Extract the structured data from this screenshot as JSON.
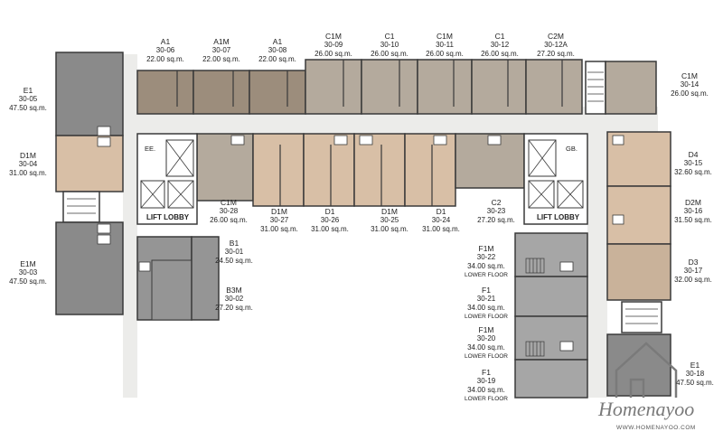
{
  "units": [
    {
      "id": "u0506",
      "type": "A1",
      "number": "30-06",
      "area": "22.00 sq.m.",
      "floor": ""
    },
    {
      "id": "u0507",
      "type": "A1M",
      "number": "30-07",
      "area": "22.00 sq.m.",
      "floor": ""
    },
    {
      "id": "u0508",
      "type": "A1",
      "number": "30-08",
      "area": "22.00 sq.m.",
      "floor": ""
    },
    {
      "id": "u0509",
      "type": "C1M",
      "number": "30-09",
      "area": "26.00 sq.m.",
      "floor": ""
    },
    {
      "id": "u0510",
      "type": "C1",
      "number": "30-10",
      "area": "26.00 sq.m.",
      "floor": ""
    },
    {
      "id": "u0511",
      "type": "C1M",
      "number": "30-11",
      "area": "26.00 sq.m.",
      "floor": ""
    },
    {
      "id": "u0512",
      "type": "C1",
      "number": "30-12",
      "area": "26.00 sq.m.",
      "floor": ""
    },
    {
      "id": "u0512a",
      "type": "C2M",
      "number": "30-12A",
      "area": "27.20 sq.m.",
      "floor": ""
    },
    {
      "id": "u0514",
      "type": "C1M",
      "number": "30-14",
      "area": "26.00 sq.m.",
      "floor": ""
    },
    {
      "id": "u0505",
      "type": "E1",
      "number": "30-05",
      "area": "47.50 sq.m.",
      "floor": ""
    },
    {
      "id": "u0504",
      "type": "D1M",
      "number": "30-04",
      "area": "31.00 sq.m.",
      "floor": ""
    },
    {
      "id": "u0503",
      "type": "E1M",
      "number": "30-03",
      "area": "47.50 sq.m.",
      "floor": ""
    },
    {
      "id": "u0528",
      "type": "C1M",
      "number": "30-28",
      "area": "26.00 sq.m.",
      "floor": ""
    },
    {
      "id": "u0527",
      "type": "D1M",
      "number": "30-27",
      "area": "31.00 sq.m.",
      "floor": ""
    },
    {
      "id": "u0526",
      "type": "D1",
      "number": "30-26",
      "area": "31.00 sq.m.",
      "floor": ""
    },
    {
      "id": "u0525",
      "type": "D1M",
      "number": "30-25",
      "area": "31.00 sq.m.",
      "floor": ""
    },
    {
      "id": "u0524",
      "type": "D1",
      "number": "30-24",
      "area": "31.00 sq.m.",
      "floor": ""
    },
    {
      "id": "u0523",
      "type": "C2",
      "number": "30-23",
      "area": "27.20 sq.m.",
      "floor": ""
    },
    {
      "id": "u0501",
      "type": "B1",
      "number": "30-01",
      "area": "24.50 sq.m.",
      "floor": ""
    },
    {
      "id": "u0502",
      "type": "B3M",
      "number": "30-02",
      "area": "27.20 sq.m.",
      "floor": ""
    },
    {
      "id": "u0515",
      "type": "D4",
      "number": "30-15",
      "area": "32.60 sq.m.",
      "floor": ""
    },
    {
      "id": "u0516",
      "type": "D2M",
      "number": "30-16",
      "area": "31.50 sq.m.",
      "floor": ""
    },
    {
      "id": "u0517",
      "type": "D3",
      "number": "30-17",
      "area": "32.00 sq.m.",
      "floor": ""
    },
    {
      "id": "u0522",
      "type": "F1M",
      "number": "30-22",
      "area": "34.00 sq.m.",
      "floor": "LOWER FLOOR"
    },
    {
      "id": "u0521",
      "type": "F1",
      "number": "30-21",
      "area": "34.00 sq.m.",
      "floor": "LOWER FLOOR"
    },
    {
      "id": "u0520",
      "type": "F1M",
      "number": "30-20",
      "area": "34.00 sq.m.",
      "floor": "LOWER FLOOR"
    },
    {
      "id": "u0519",
      "type": "F1",
      "number": "30-19",
      "area": "34.00 sq.m.",
      "floor": "LOWER FLOOR"
    },
    {
      "id": "u0518",
      "type": "E1",
      "number": "30-18",
      "area": "47.50 sq.m.",
      "floor": ""
    }
  ],
  "labels": {
    "lift_lobby_left": "LIFT LOBBY",
    "lift_lobby_right": "LIFT LOBBY",
    "ee": "EE.",
    "gb": "GB."
  },
  "watermark": {
    "brand": "Homenayoo",
    "url": "WWW.HOMENAYOO.COM"
  },
  "colors": {
    "type_a": "#9c8d7c",
    "type_c": "#b4aa9d",
    "type_d": "#d8bfa6",
    "type_de": "#c9b29a",
    "type_e": "#8a8a8a",
    "type_f": "#a6a6a6",
    "type_b": "#959595",
    "corridor": "#ececea",
    "wall": "#3a3a3a"
  }
}
